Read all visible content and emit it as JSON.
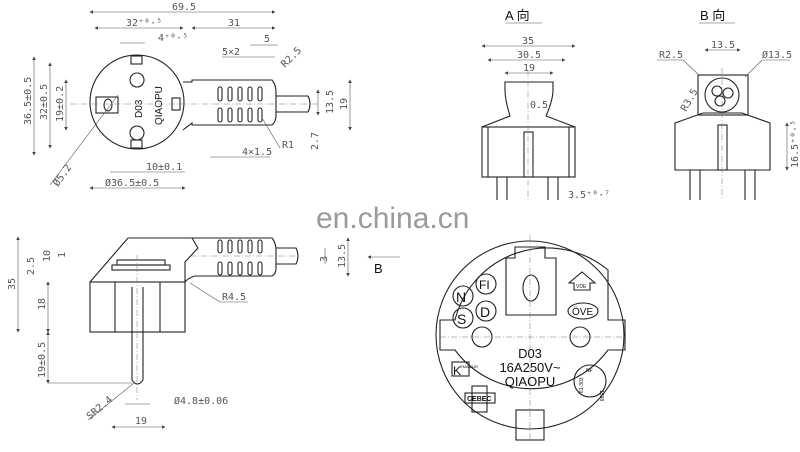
{
  "watermark": "en.china.cn",
  "top_view": {
    "dims": {
      "overall_length": "69.5",
      "face_to_neck": "32⁺⁰·⁵",
      "body_length": "31",
      "slot_offset": "4⁺⁰·⁵",
      "rib_pitch": "5×2",
      "rib_end": "5",
      "radius_end": "R2.5",
      "outer_height": "36.5±0.5",
      "inner_height": "32±0.5",
      "neck_height": "19±0.2",
      "cable_dia": "13.5",
      "body_height": "19",
      "rib_offset": "2.7",
      "rib_radius": "R1",
      "rib_width": "4×1.5",
      "screw_dia": "Ø5.2",
      "pin_offset": "10±0.1",
      "face_dia": "Ø36.5±0.5"
    },
    "face_text": [
      "D03",
      "QIAOPU"
    ]
  },
  "side_view": {
    "dims": {
      "total_height": "35",
      "top_offset": "2.5",
      "collar": "10",
      "step": "1",
      "body_height": "18",
      "pin_length": "19±0.5",
      "cable_offset": "3",
      "cable_height": "13.5",
      "fillet": "R4.5",
      "pin_dia": "Ø4.8±0.06",
      "pin_tip": "SR2.4",
      "pin_spacing": "19"
    },
    "view_arrow": "B"
  },
  "view_a": {
    "title": "A 向",
    "dims": {
      "width": "35",
      "inner_width": "30.5",
      "neck_width": "19",
      "groove": "0.5",
      "pin_note": "3.5⁺⁰·⁷"
    }
  },
  "view_b": {
    "title": "B 向",
    "dims": {
      "neck_width": "13.5",
      "radius": "R2.5",
      "cable_dia": "Ø13.5",
      "inner_radius": "R3.5",
      "height": "16.5⁺⁰·⁵"
    }
  },
  "face_view": {
    "marks": [
      "N",
      "FI",
      "S",
      "D"
    ],
    "vde": "VDE",
    "ove": "ÖVE",
    "model": "D03",
    "rating": "16A250V~",
    "brand": "QIAOPU",
    "kema": "K",
    "kema_sub": "EMA EUR",
    "cebec": "CEBEC",
    "nf": "NF",
    "nf_codes": [
      "61-303",
      "1538"
    ]
  }
}
